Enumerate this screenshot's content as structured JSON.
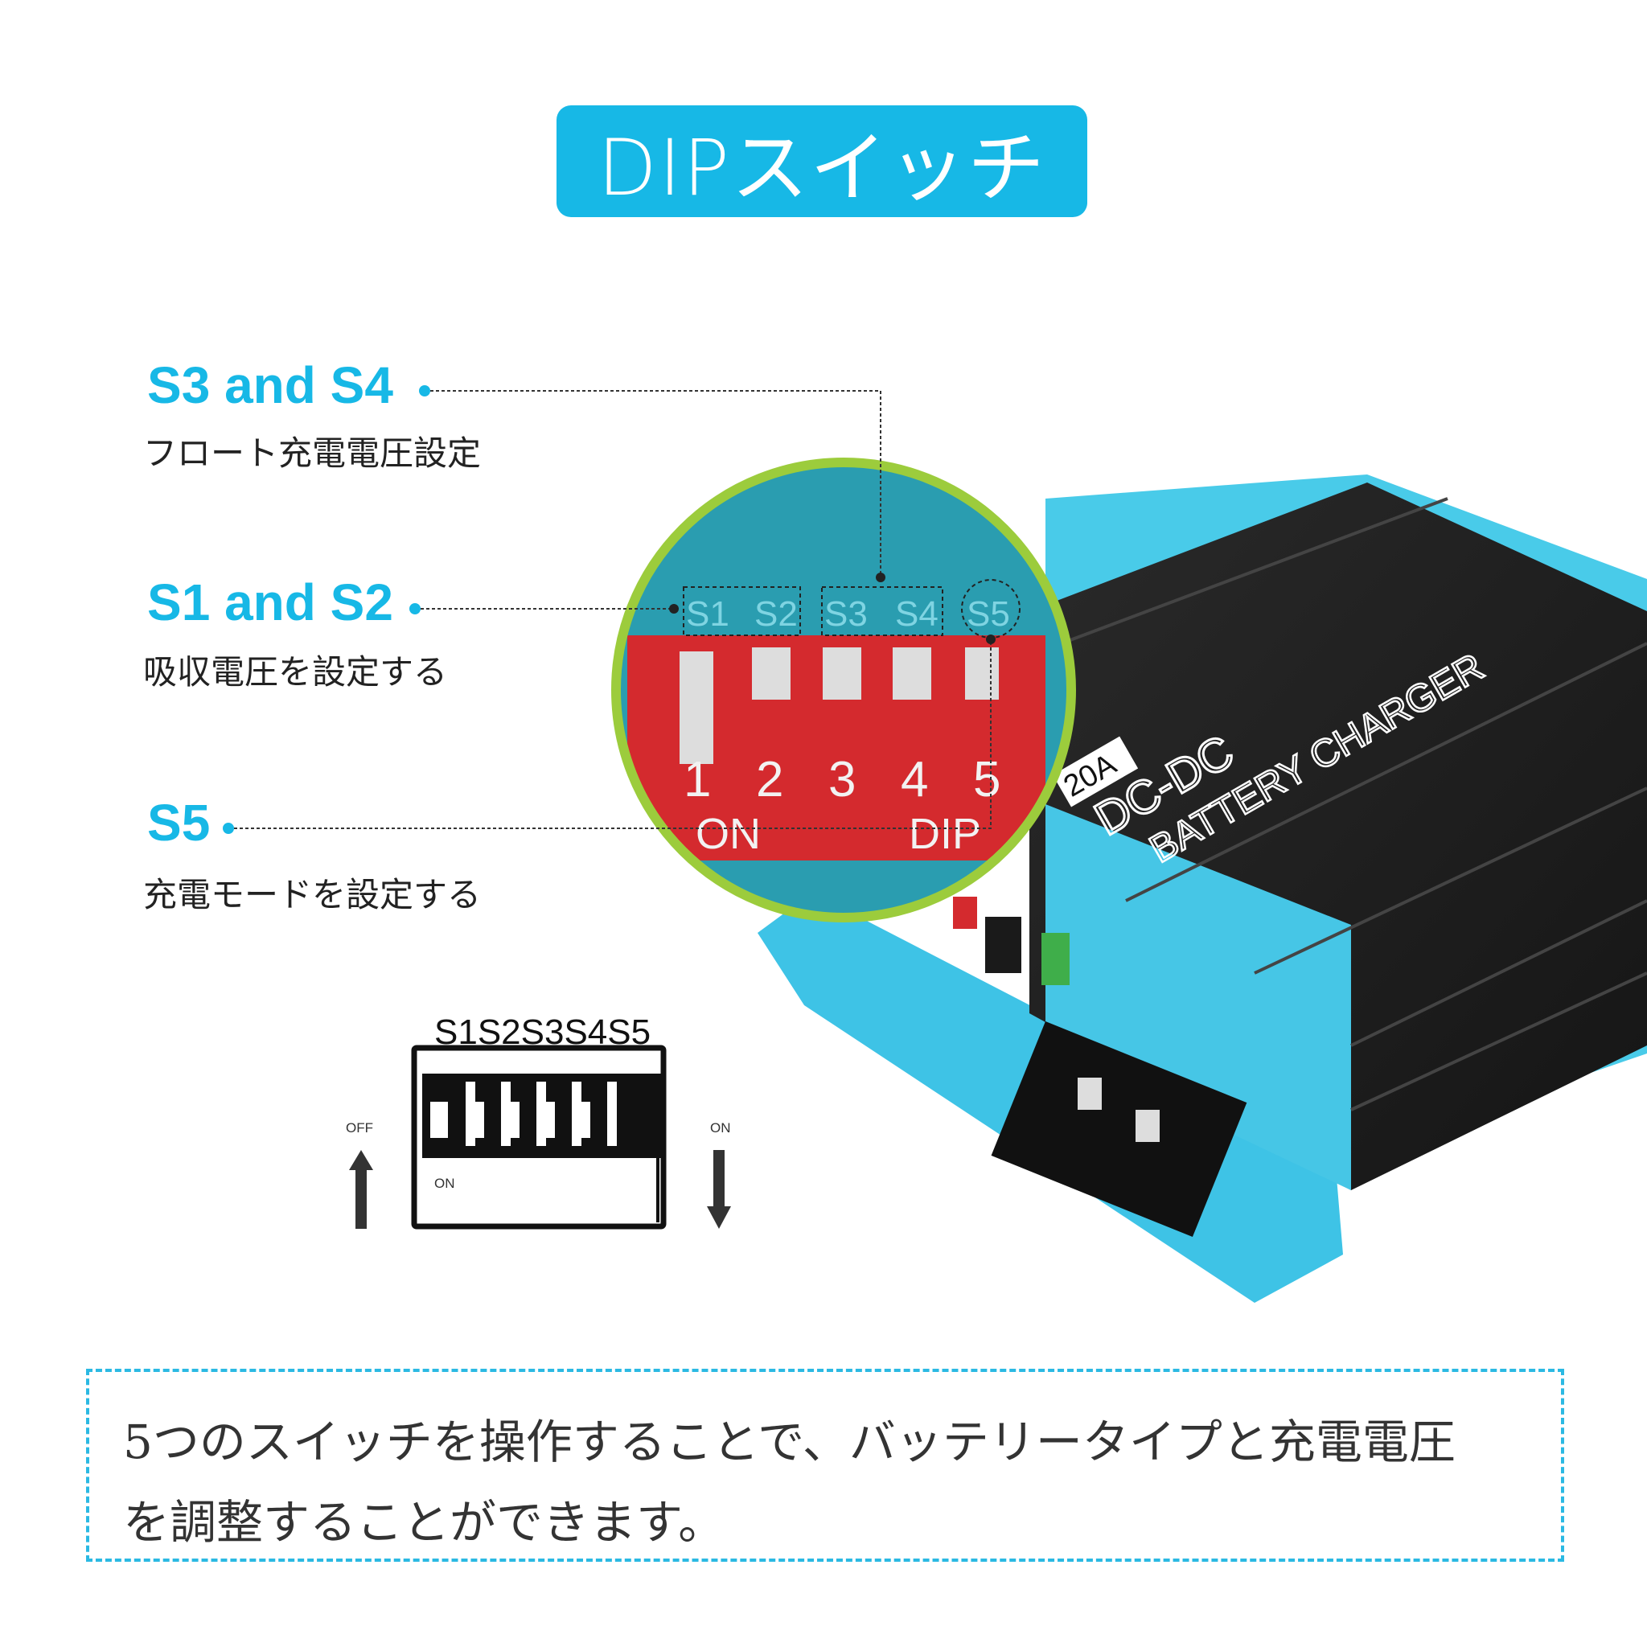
{
  "title": "DIPスイッチ",
  "callouts": [
    {
      "label": "S3 and S4",
      "desc": "フロート充電電圧設定"
    },
    {
      "label": "S1 and S2",
      "desc": "吸収電圧を設定する"
    },
    {
      "label": "S5",
      "desc": "充電モードを設定する"
    }
  ],
  "zoom_circle": {
    "switch_labels": [
      "S1",
      "S2",
      "S3",
      "S4",
      "S5"
    ],
    "numbers": [
      "1",
      "2",
      "3",
      "4",
      "5"
    ],
    "on_text": "ON",
    "dip_text": "DIP"
  },
  "diagram": {
    "header": "S1S2S3S4S5",
    "off_label": "OFF",
    "on_label": "ON",
    "inner_on_label": "ON"
  },
  "product": {
    "rating": "20A",
    "line1": "DC-DC",
    "line2": "BATTERY CHARGER"
  },
  "description": {
    "line1": "5つのスイッチを操作することで、バッテリータイプと充電電圧",
    "line2": "を調整することができます。"
  },
  "colors": {
    "accent": "#17b8e6",
    "ring": "#9ccc3c",
    "dip_red": "#d42a2e"
  }
}
